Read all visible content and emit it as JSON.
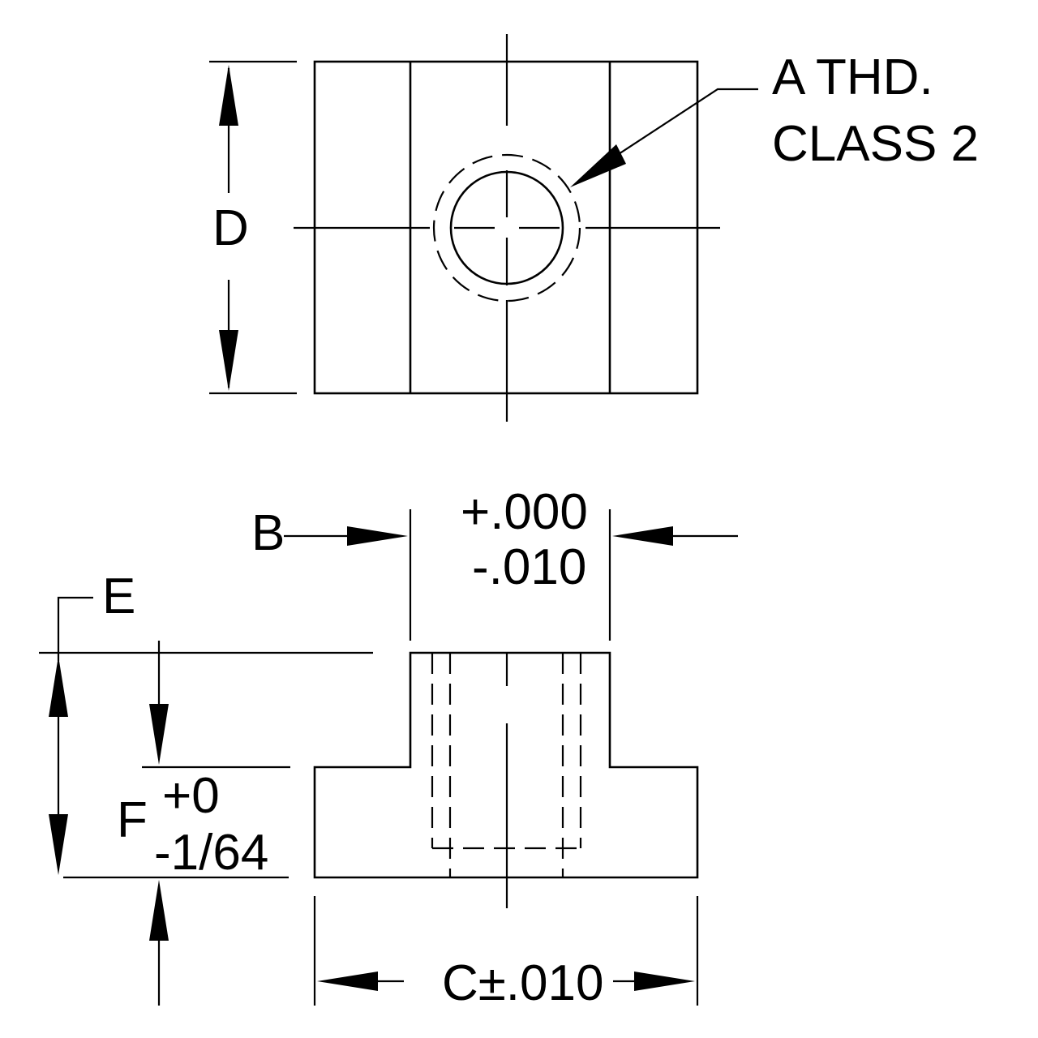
{
  "labels": {
    "d": "D",
    "a_thd_line1": "A THD.",
    "a_thd_line2": "CLASS 2",
    "b": "B",
    "b_tol_plus": "+.000",
    "b_tol_minus": "-.010",
    "e": "E",
    "f": "F",
    "f_tol_plus": "+0",
    "f_tol_minus": "-1/64",
    "c": "C±.010"
  }
}
